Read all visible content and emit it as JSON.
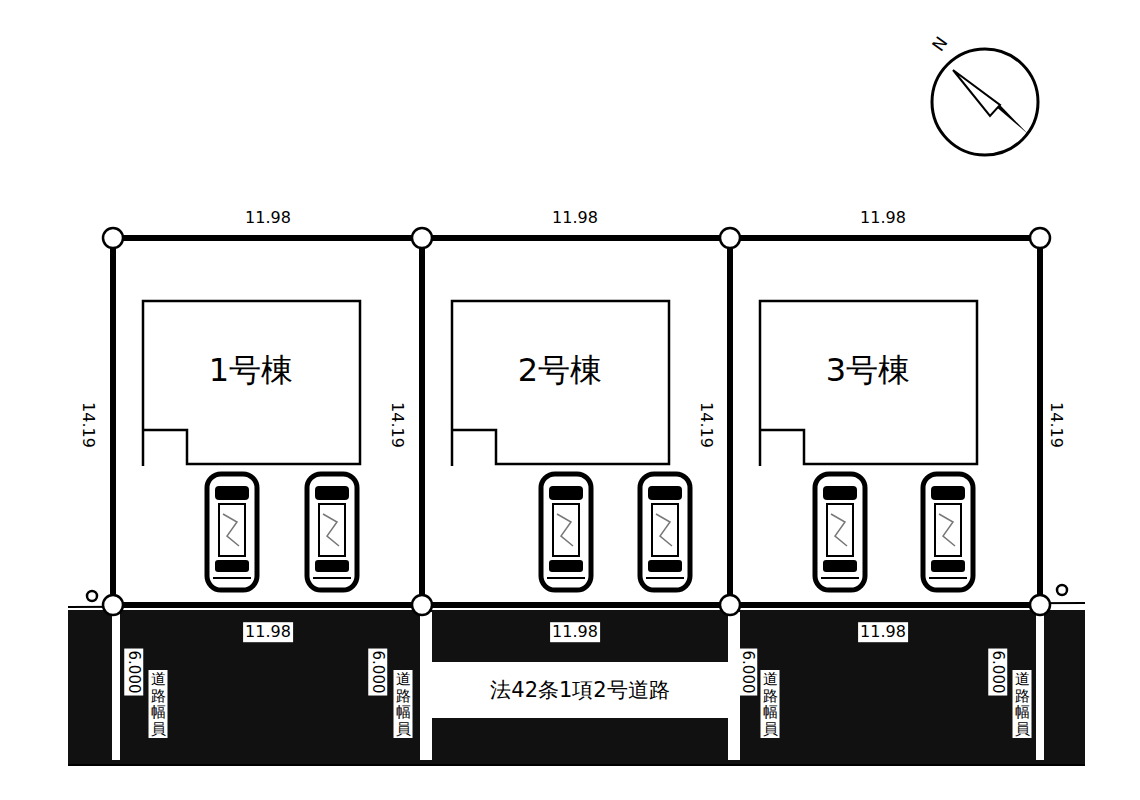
{
  "diagram": {
    "nodes": [
      {
        "text": [
          "1号棟"
        ]
      },
      {
        "text": [
          "2号棟"
        ]
      },
      {
        "text": [
          "3号棟"
        ]
      },
      {
        "text": [
          "法42条1項2号道路"
        ]
      }
    ],
    "labels": [
      "N",
      "11.98",
      "11.98",
      "11.98",
      "14.19",
      "14.19",
      "14.19",
      "14.19",
      "11.98",
      "11.98",
      "11.98",
      "道路幅員",
      "6.000",
      "道路幅員",
      "6.000",
      "道路幅員",
      "6.000",
      "道路幅員",
      "6.000"
    ]
  }
}
